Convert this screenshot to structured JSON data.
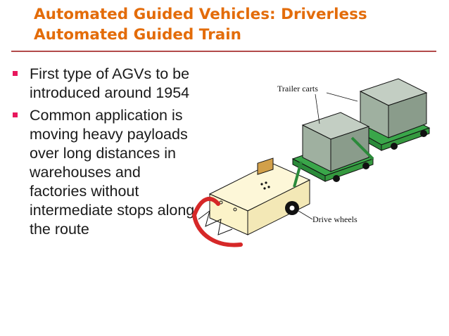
{
  "slide": {
    "title_line1": "Automated Guided Vehicles: Driverless",
    "title_line2": "Automated Guided Train",
    "bullets": [
      "First type of AGVs to be introduced around 1954",
      "Common application is moving heavy payloads over long distances in warehouses and factories without intermediate stops along the route"
    ]
  },
  "figure": {
    "label_trailer": "Trailer carts",
    "label_wheels": "Drive wheels"
  },
  "colors": {
    "title": "#e36c0a",
    "rule": "#b24a4a",
    "bullet": "#e8175d",
    "cart_box": "#9fb0a0",
    "cart_platform": "#3aa64a",
    "vehicle_body": "#fbf3c8",
    "bumper": "#d62828"
  }
}
